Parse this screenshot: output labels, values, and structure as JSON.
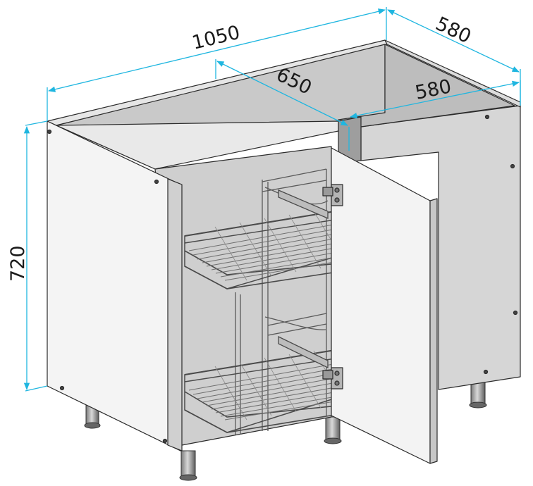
{
  "dimensions": {
    "width_total": "1050",
    "depth_right": "580",
    "inner_depth": "650",
    "inner_width": "580",
    "height": "720"
  },
  "colors": {
    "dimension_line": "#1fb6e0",
    "panel_light": "#f2f2f2",
    "panel_mid": "#d8d8d8",
    "panel_dark": "#c4c4c4",
    "outline": "#2b2b2b",
    "wire": "#555555"
  }
}
